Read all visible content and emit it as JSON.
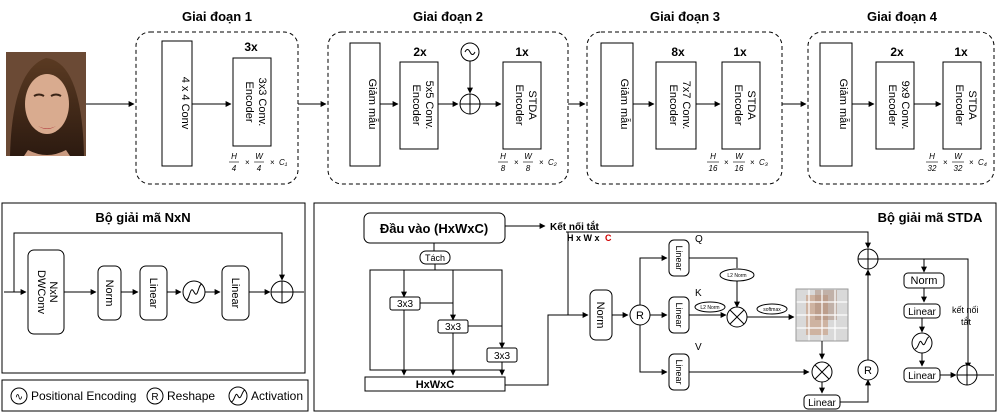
{
  "encoder": {
    "stages": [
      {
        "title": "Giai đoạn 1",
        "mult": "3x",
        "conv": "4 x 4 Conv",
        "block_line1": "3x3 Conv.",
        "block_line2": "Encoder",
        "dim_h_num": "H",
        "dim_h_den": "4",
        "dim_w_num": "W",
        "dim_w_den": "4",
        "dim_c": "C₁"
      },
      {
        "title": "Giai đoạn 2",
        "down": "Giảm mẫu",
        "mult_a": "2x",
        "conv_line1": "5x5 Conv.",
        "conv_line2": "Encoder",
        "mult_b": "1x",
        "stda_line1": "STDA",
        "stda_line2": "Encoder",
        "dim_h_num": "H",
        "dim_h_den": "8",
        "dim_w_num": "W",
        "dim_w_den": "8",
        "dim_c": "C₂"
      },
      {
        "title": "Giai đoạn 3",
        "down": "Giảm mẫu",
        "mult_a": "8x",
        "conv_line1": "7x7 Conv.",
        "conv_line2": "Encoder",
        "mult_b": "1x",
        "stda_line1": "STDA",
        "stda_line2": "Encoder",
        "dim_h_num": "H",
        "dim_h_den": "16",
        "dim_w_num": "W",
        "dim_w_den": "16",
        "dim_c": "C₃"
      },
      {
        "title": "Giai đoạn 4",
        "down": "Giảm mẫu",
        "mult_a": "2x",
        "conv_line1": "9x9 Conv.",
        "conv_line2": "Encoder",
        "mult_b": "1x",
        "stda_line1": "STDA",
        "stda_line2": "Encoder",
        "dim_h_num": "H",
        "dim_h_den": "32",
        "dim_w_num": "W",
        "dim_w_den": "32",
        "dim_c": "C₄"
      }
    ]
  },
  "nxn": {
    "title": "Bộ giải mã NxN",
    "dwconv_line1": "NxN",
    "dwconv_line2": "DWConv",
    "norm": "Norm",
    "linear1": "Linear",
    "linear2": "Linear"
  },
  "legend": {
    "pe_symbol": "∿",
    "pe_label": "Positional Encoding",
    "r_symbol": "R",
    "r_label": "Reshape",
    "act_label": "Activation"
  },
  "stda": {
    "title": "Bộ giải mã STDA",
    "input": "Đầu vào (HxWxC)",
    "skip_top": "Kết nối tắt",
    "dims_prefix": "H x W x",
    "dims_c": "C",
    "split": "Tách",
    "conv_a": "3x3",
    "conv_b": "3x3",
    "conv_c": "3x3",
    "concat": "HxWxC",
    "norm_mid": "Norm",
    "r_mid": "R",
    "q": "Q",
    "k": "K",
    "v": "V",
    "linear_q": "Linear",
    "linear_k": "Linear",
    "linear_v": "Linear",
    "l2norm_q": "L2 Norm",
    "l2norm_k": "L2 Norm",
    "softmax": "softmax",
    "linear_out": "Linear",
    "r_out": "R",
    "norm_right": "Norm",
    "linear_r1": "Linear",
    "linear_r2": "Linear",
    "skip_right_line1": "kết nối",
    "skip_right_line2": "tắt"
  },
  "colors": {
    "dims_c": "#d00000",
    "attn_cell": "#d9d9d9",
    "face_bg": "#caa68e"
  }
}
